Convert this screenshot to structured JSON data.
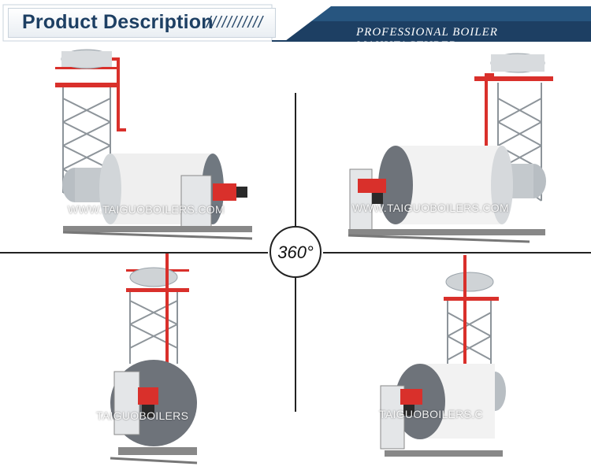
{
  "header": {
    "title": "Product Description",
    "slashes": "///////////",
    "tagline": "PROFESSIONAL BOILER MANUFACTURER",
    "colors": {
      "navy": "#1d3f63",
      "accent": "#27557f"
    }
  },
  "badge": {
    "label": "360°"
  },
  "photos": {
    "watermarks": [
      "WWW.TAIGUOBOILERS.COM",
      "WWW.TAIGUOBOILERS.COM",
      "TAIGUOBOILERS",
      "TAIGUOBOILERS.C"
    ],
    "colors": {
      "tank": "#eeeeee",
      "steel": "#9aa3aa",
      "red_pipe": "#d9302b",
      "frame": "#888888",
      "end_cap": "#6e737a"
    }
  }
}
